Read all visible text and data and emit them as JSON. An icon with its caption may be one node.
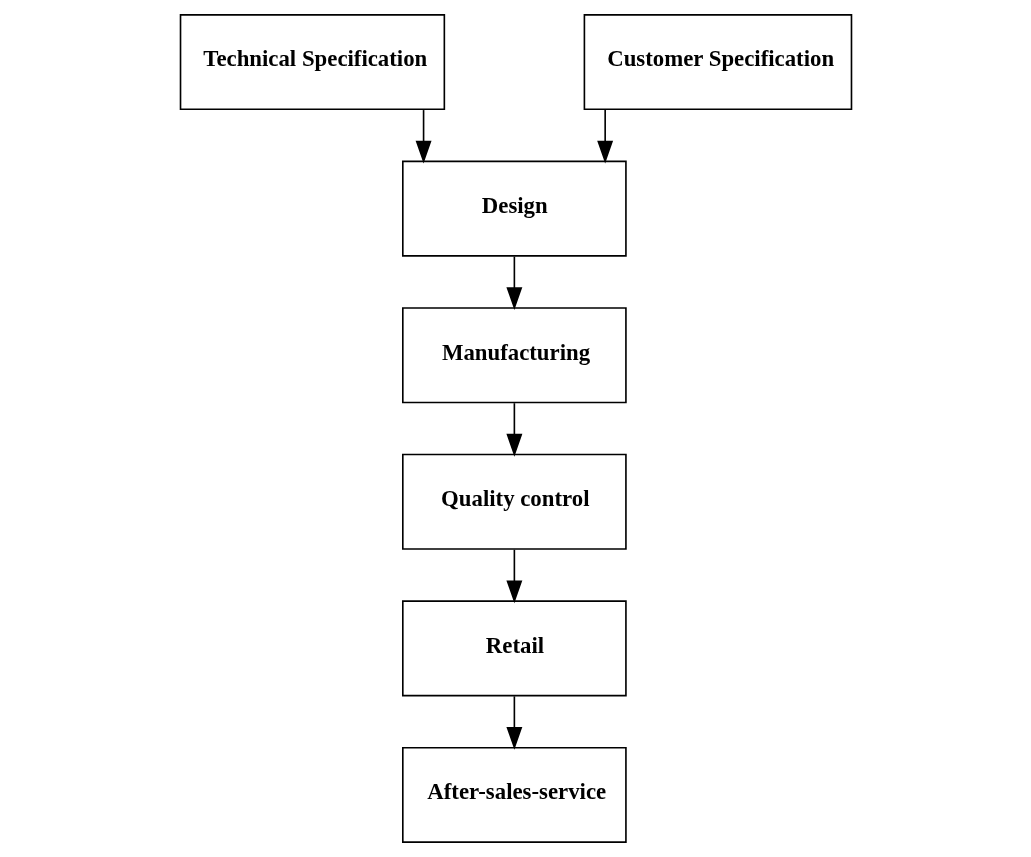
{
  "diagram": {
    "nodes": [
      {
        "text": [
          "Technical Specification"
        ]
      },
      {
        "text": [
          "Customer Specification"
        ]
      },
      {
        "text": [
          "Design"
        ]
      },
      {
        "text": [
          "Manufacturing"
        ]
      },
      {
        "text": [
          "Quality control"
        ]
      },
      {
        "text": [
          "Retail"
        ]
      },
      {
        "text": [
          "After-sales-service"
        ]
      }
    ],
    "edges": [
      {
        "from": 0,
        "to": 2,
        "arrow": "to"
      },
      {
        "from": 1,
        "to": 2,
        "arrow": "to"
      },
      {
        "from": 2,
        "to": 3,
        "arrow": "to"
      },
      {
        "from": 3,
        "to": 4,
        "arrow": "to"
      },
      {
        "from": 4,
        "to": 5,
        "arrow": "to"
      },
      {
        "from": 5,
        "to": 6,
        "arrow": "to"
      }
    ]
  }
}
